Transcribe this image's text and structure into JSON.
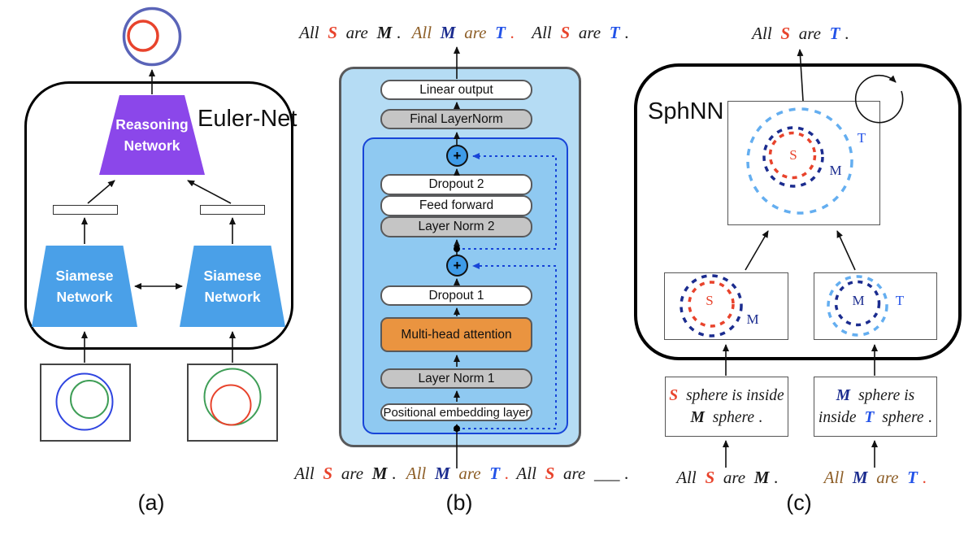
{
  "colors": {
    "variable_red": "#E8432C",
    "variable_navy": "#1B2C8F",
    "variable_blue": "#2353E8",
    "sentence_brown": "#8E5F28",
    "reasoning_purple": "#8B47EA",
    "siamese_blue": "#4AA0E8",
    "panel_b_outer_fill": "#B5DCF4",
    "panel_b_inner_fill": "#8FC9F1",
    "attention_orange": "#EA9440",
    "layernorm_gray": "#C5C5C5",
    "plus_circle_blue": "#3D9BE8",
    "residual_dashed_blue": "#1845D8",
    "sphere_light_blue": "#64AEF0",
    "result_circle_slate": "#5A64B8",
    "euler_green": "#3F9E57",
    "euler_blue": "#2F45E0"
  },
  "panel_a": {
    "caption": "(a)",
    "title": "Euler-Net",
    "reasoning_line1": "Reasoning",
    "reasoning_line2": "Network",
    "siamese_line1": "Siamese",
    "siamese_line2": "Network"
  },
  "panel_b": {
    "caption": "(b)",
    "plus": "+",
    "output_text": {
      "s1": [
        "All",
        "S",
        "are",
        "M",
        "."
      ],
      "s2": [
        "All",
        "M",
        "are",
        "T",
        "."
      ],
      "s3": [
        "All",
        "S",
        "are",
        "T",
        "."
      ]
    },
    "input_text": {
      "s1": [
        "All",
        "S",
        "are",
        "M",
        "."
      ],
      "s2": [
        "All",
        "M",
        "are",
        "T",
        "."
      ],
      "s3": [
        "All",
        "S",
        "are",
        "___",
        "."
      ]
    },
    "layers": {
      "linear_output": "Linear output",
      "final_layernorm": "Final LayerNorm",
      "dropout2": "Dropout 2",
      "feed_forward": "Feed forward",
      "layer_norm2": "Layer Norm 2",
      "dropout1": "Dropout 1",
      "multi_head_attention": "Multi-head attention",
      "layer_norm1": "Layer Norm 1",
      "positional_embedding": "Positional embedding layer"
    }
  },
  "panel_c": {
    "caption": "(c)",
    "title": "SphNN",
    "conclusion": [
      "All",
      "S",
      "are",
      "T",
      "."
    ],
    "labels": {
      "s": "S",
      "m": "M",
      "t": "T"
    },
    "box_left": {
      "l1": [
        "S",
        "sphere is inside"
      ],
      "l2": [
        "M",
        "sphere",
        "."
      ]
    },
    "box_right": {
      "l1": [
        "M",
        "sphere is"
      ],
      "l2": [
        "inside",
        "T",
        "sphere",
        "."
      ]
    },
    "premise_left": [
      "All",
      "S",
      "are",
      "M",
      "."
    ],
    "premise_right": [
      "All",
      "M",
      "are",
      "T",
      "."
    ]
  }
}
